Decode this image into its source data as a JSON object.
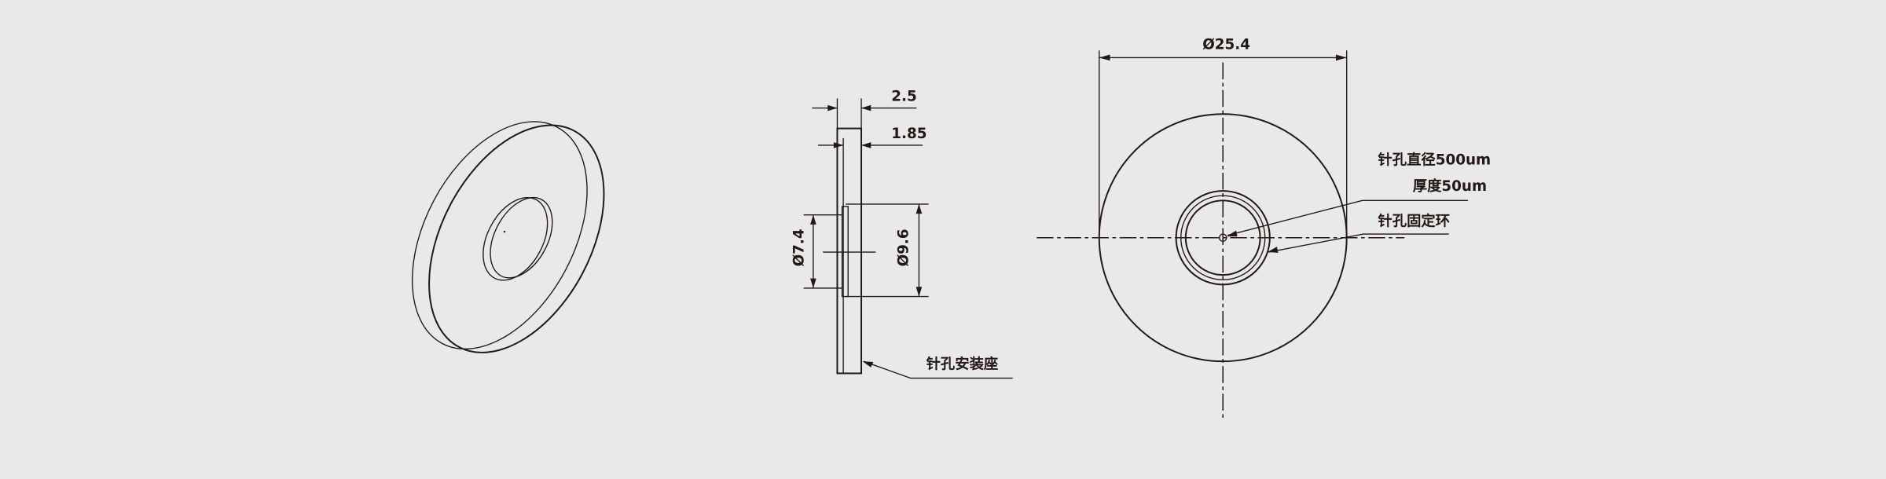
{
  "side_view": {
    "dim_thickness": "2.5",
    "dim_seat_thickness": "1.85",
    "dim_inner_diameter": "Ø7.4",
    "dim_ring_diameter": "Ø9.6",
    "label_mount": "针孔安装座"
  },
  "front_view": {
    "dim_outer_diameter": "Ø25.4",
    "label_pinhole_diameter": "针孔直径500um",
    "label_thickness": "厚度50um",
    "label_retaining_ring": "针孔固定环"
  },
  "colors": {
    "line": "#231815",
    "background": "#e9e9e9"
  }
}
